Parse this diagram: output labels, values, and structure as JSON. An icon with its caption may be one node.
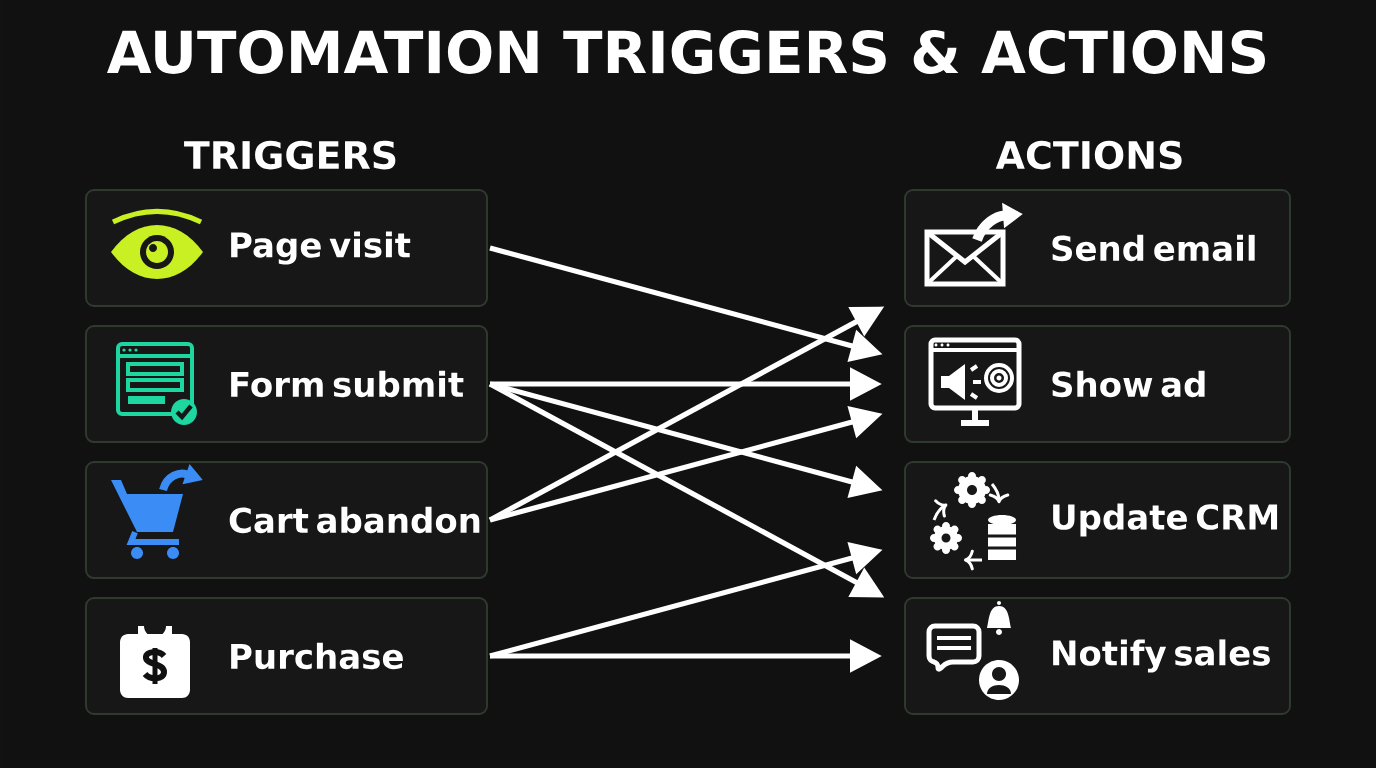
{
  "diagram": {
    "title": "AUTOMATION TRIGGERS & ACTIONS",
    "nodes": [
      {
        "text": [
          "Page visit"
        ]
      },
      {
        "text": [
          "Form submit"
        ]
      },
      {
        "text": [
          "Cart abandon"
        ]
      },
      {
        "text": [
          "Purchase"
        ]
      },
      {
        "text": [
          "Send email"
        ]
      },
      {
        "text": [
          "Show ad"
        ]
      },
      {
        "text": [
          "Update CRM"
        ]
      },
      {
        "text": [
          "Notify sales"
        ]
      }
    ],
    "edges": [
      {
        "from": 0,
        "to": 5,
        "arrow": "to"
      },
      {
        "from": 1,
        "to": 5,
        "arrow": "to"
      },
      {
        "from": 1,
        "to": 6,
        "arrow": "to"
      },
      {
        "from": 1,
        "to": 7,
        "arrow": "to"
      },
      {
        "from": 2,
        "to": 4,
        "arrow": "to"
      },
      {
        "from": 2,
        "to": 5,
        "arrow": "to"
      },
      {
        "from": 3,
        "to": 6,
        "arrow": "to"
      },
      {
        "from": 3,
        "to": 7,
        "arrow": "to"
      }
    ],
    "labels": [
      "TRIGGERS",
      "ACTIONS"
    ]
  }
}
